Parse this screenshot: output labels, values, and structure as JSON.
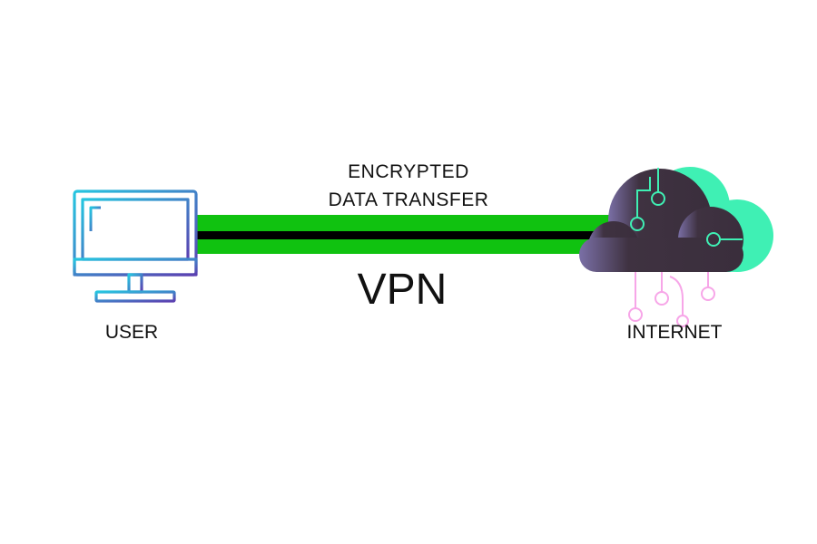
{
  "labels": {
    "encrypted": "ENCRYPTED",
    "transfer": "DATA TRANSFER",
    "vpn": "VPN",
    "user": "USER",
    "internet": "INTERNET"
  },
  "nodes": {
    "user": {
      "icon": "computer-monitor-icon"
    },
    "internet": {
      "icon": "circuit-cloud-icon"
    }
  },
  "colors": {
    "tunnel_outer": "#10c210",
    "tunnel_core": "#000000",
    "monitor_gradient": [
      "#26c6e0",
      "#5b3fb0"
    ],
    "cloud_dark": "#3f3241",
    "cloud_dark_left": "#7a6fa6",
    "cloud_back": "#3ff0b4",
    "circuit_green": "#3ff0b4",
    "circuit_pink": "#f7a6e8"
  }
}
